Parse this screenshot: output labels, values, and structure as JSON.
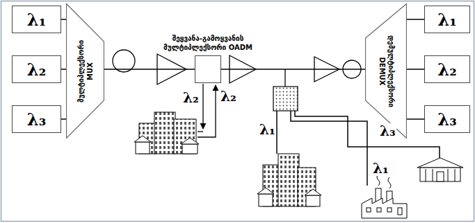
{
  "diagram": {
    "nodes": [
      {
        "text": [
          "λ₁"
        ]
      },
      {
        "text": [
          "λ₂"
        ]
      },
      {
        "text": [
          "λ₃"
        ]
      },
      {
        "text": [
          "მულტიპლექსორი MUX"
        ]
      },
      {
        "text": [
          "შეყვანა-გამოყვანის მულტიპლექსორი OADM"
        ]
      },
      {
        "text": [
          "დემულტიპლექსორი DEMUX"
        ]
      },
      {
        "text": [
          "λ₁"
        ]
      },
      {
        "text": [
          "λ₂"
        ]
      },
      {
        "text": [
          "λ₃"
        ]
      }
    ],
    "edges": [
      {
        "from": 0,
        "to": 3,
        "arrow": "none"
      },
      {
        "from": 1,
        "to": 3,
        "arrow": "none"
      },
      {
        "from": 2,
        "to": 3,
        "arrow": "none"
      },
      {
        "from": 3,
        "to": 4,
        "arrow": "none"
      },
      {
        "from": 4,
        "to": 5,
        "arrow": "none"
      },
      {
        "from": 5,
        "to": 6,
        "arrow": "none"
      },
      {
        "from": 5,
        "to": 7,
        "arrow": "none"
      },
      {
        "from": 5,
        "to": 8,
        "arrow": "none"
      }
    ],
    "labels": [
      "λ₂",
      "λ₂",
      "λ₁",
      "λ₃",
      "λ₁"
    ]
  }
}
